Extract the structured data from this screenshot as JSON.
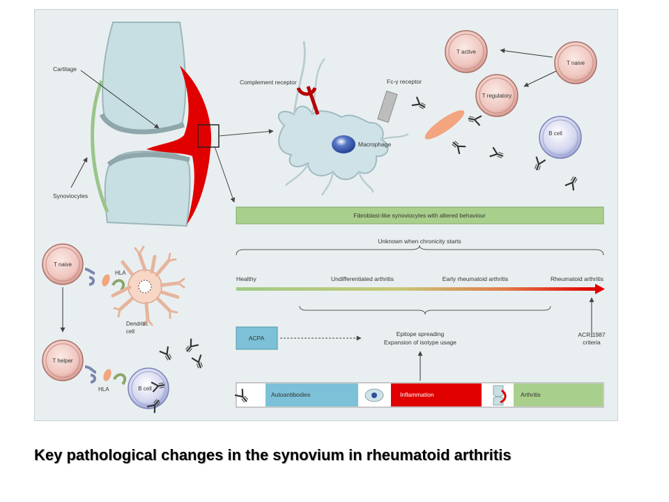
{
  "labels": {
    "cartilage": "Cartilage",
    "synoviocytes": "Synoviocytes",
    "complement_receptor": "Complement receptor",
    "fc_receptor": "Fc-γ receptor",
    "macrophage": "Macrophage",
    "t_active": "T active",
    "t_naive_top": "T naive",
    "t_regulatory": "T regulatory",
    "b_cell_top": "B cell",
    "t_naive_left": "T naive",
    "hla_top": "HLA",
    "dendritic_cell_1": "Dendritic",
    "dendritic_cell_2": "cell",
    "t_helper": "T helper",
    "hla_bottom": "HLA",
    "b_cell_bottom": "B cell"
  },
  "timeline": {
    "fibroblast_bar": "Fibroblast-like synoviocytes with altered behaviour",
    "unknown_chronicity": "Unknown when chronicity starts",
    "stages": [
      "Healthy",
      "Undifferentiated arthritis",
      "Early rheumatoid arthritis",
      "Rheumatoid arthritis"
    ],
    "acr_line1": "ACR 1987",
    "acr_line2": "criteria",
    "acpa": "ACPA",
    "epitope_line1": "Epitope spreading",
    "epitope_line2": "Expansion of isotype usage",
    "legend": [
      "Autoantibodies",
      "Inflammation",
      "Arthritis"
    ]
  },
  "colors": {
    "figure_bg": "#e9eff0",
    "synovium_red": "#e00000",
    "bar_green": "#a9cf8c",
    "acpa_blue": "#7cc1d7",
    "autoantibodies_blue": "#7cc1d7",
    "inflammation_red": "#e00000",
    "arthritis_green": "#a9cf8c",
    "t_cell_pink": "#e8b6ae",
    "b_cell_purple": "#c9cdea"
  },
  "caption": "Key pathological changes in the synovium in rheumatoid arthritis"
}
